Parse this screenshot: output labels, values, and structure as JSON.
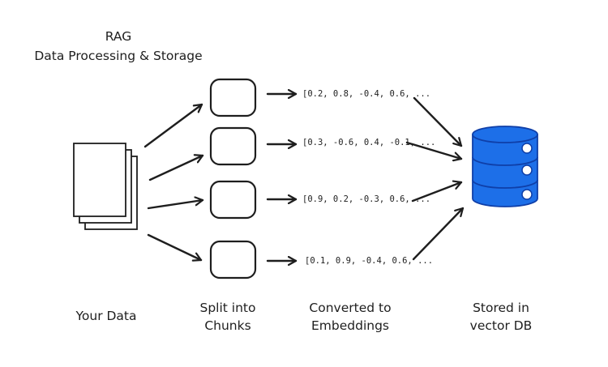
{
  "title": {
    "line1": "RAG",
    "line2": "Data Processing & Storage"
  },
  "vectors": [
    "[0.2, 0.8, -0.4, 0.6, ...",
    "[0.3, -0.6, 0.4, -0.1, ...",
    "[0.9, 0.2, -0.3, 0.6, ...",
    "[0.1, 0.9, -0.4, 0.6, ..."
  ],
  "labels": {
    "data": [
      "Your Data"
    ],
    "chunks": [
      "Split into",
      "Chunks"
    ],
    "embeddings": [
      "Converted to",
      "Embeddings"
    ],
    "db": [
      "Stored in",
      "vector DB"
    ]
  },
  "icons": {
    "documents": "document-stack-icon",
    "chunk": "chunk-box",
    "database": "database-cylinder-icon"
  },
  "colors": {
    "ink": "#1e1e1e",
    "db_fill": "#1d6fe8",
    "db_stroke": "#0f3fa8",
    "background": "#ffffff"
  }
}
